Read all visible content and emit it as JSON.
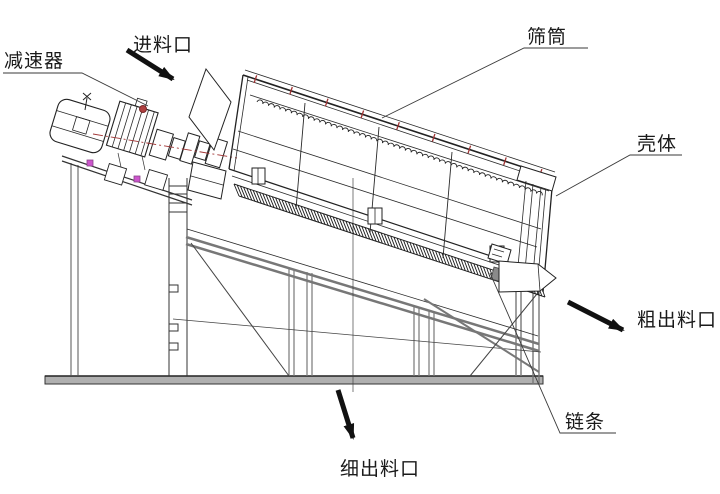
{
  "labels": {
    "reducer": "减速器",
    "feed_inlet": "进料口",
    "screen_drum": "筛筒",
    "shell": "壳体",
    "coarse_outlet": "粗出料口",
    "chain": "链条",
    "fine_outlet": "细出料口"
  },
  "colors": {
    "line": "#2a2a2a",
    "red_accent": "#a03333",
    "magenta_marker": "#cc55cc",
    "beam_gray": "#777777",
    "base_gray": "#b0b0b0",
    "arrow_black": "#111111",
    "background": "#ffffff"
  }
}
